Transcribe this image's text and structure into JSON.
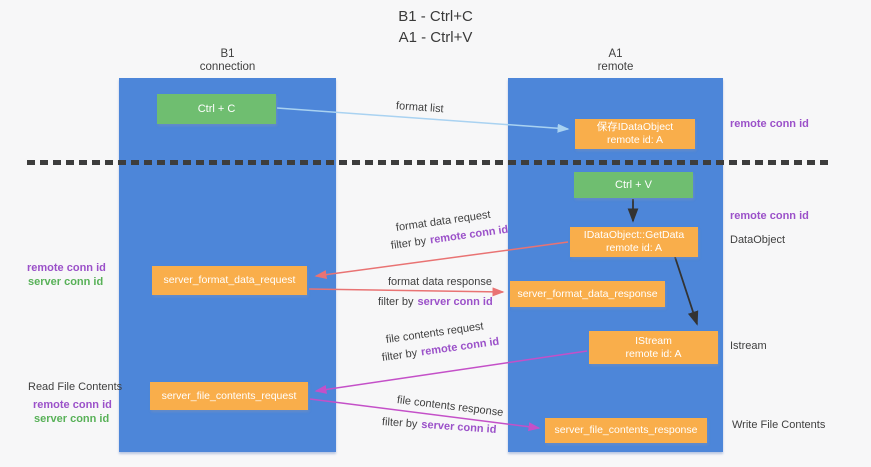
{
  "title": {
    "line1": "B1 - Ctrl+C",
    "line2": "A1 - Ctrl+V"
  },
  "lanes": {
    "left": {
      "title": "B1",
      "subtitle": "connection"
    },
    "right": {
      "title": "A1",
      "subtitle": "remote"
    }
  },
  "nodes": {
    "ctrl_c": {
      "label": "Ctrl + C"
    },
    "save_dataobject": {
      "line1": "保存IDataObject",
      "line2": "remote id: A"
    },
    "ctrl_v": {
      "label": "Ctrl + V"
    },
    "getdata": {
      "line1": "IDataObject::GetData",
      "line2": "remote id: A"
    },
    "format_request": {
      "label": "server_format_data_request"
    },
    "format_response": {
      "label": "server_format_data_response"
    },
    "istream": {
      "line1": "IStream",
      "line2": "remote id: A"
    },
    "file_request": {
      "label": "server_file_contents_request"
    },
    "file_response": {
      "label": "server_file_contents_response"
    }
  },
  "edge_labels": {
    "format_list": "format list",
    "format_data_request": "format data request",
    "format_data_response": "format data response",
    "file_contents_request": "file contents request",
    "file_contents_response": "file contents response",
    "filter_by": "filter by",
    "remote_conn_id": "remote conn id",
    "server_conn_id": "server conn id"
  },
  "annotations": {
    "left": {
      "remote_conn_id": "remote conn id",
      "server_conn_id": "server conn id",
      "read_file_contents": "Read File Contents"
    },
    "right": {
      "remote_conn_id": "remote conn id",
      "dataobject": "DataObject",
      "istream": "Istream",
      "write_file_contents": "Write File Contents"
    }
  },
  "colors": {
    "lane_blue": "#4d86d9",
    "node_green": "#6fbe70",
    "node_orange": "#f9ae4b",
    "arrow_blue": "#a9d2f1",
    "arrow_red": "#e97373",
    "arrow_magenta": "#c450c8",
    "arrow_black": "#333333",
    "text_purple": "#9b51c9",
    "text_green": "#58b158",
    "text_dark": "#3f3f3f",
    "background": "#f7f7f8"
  }
}
